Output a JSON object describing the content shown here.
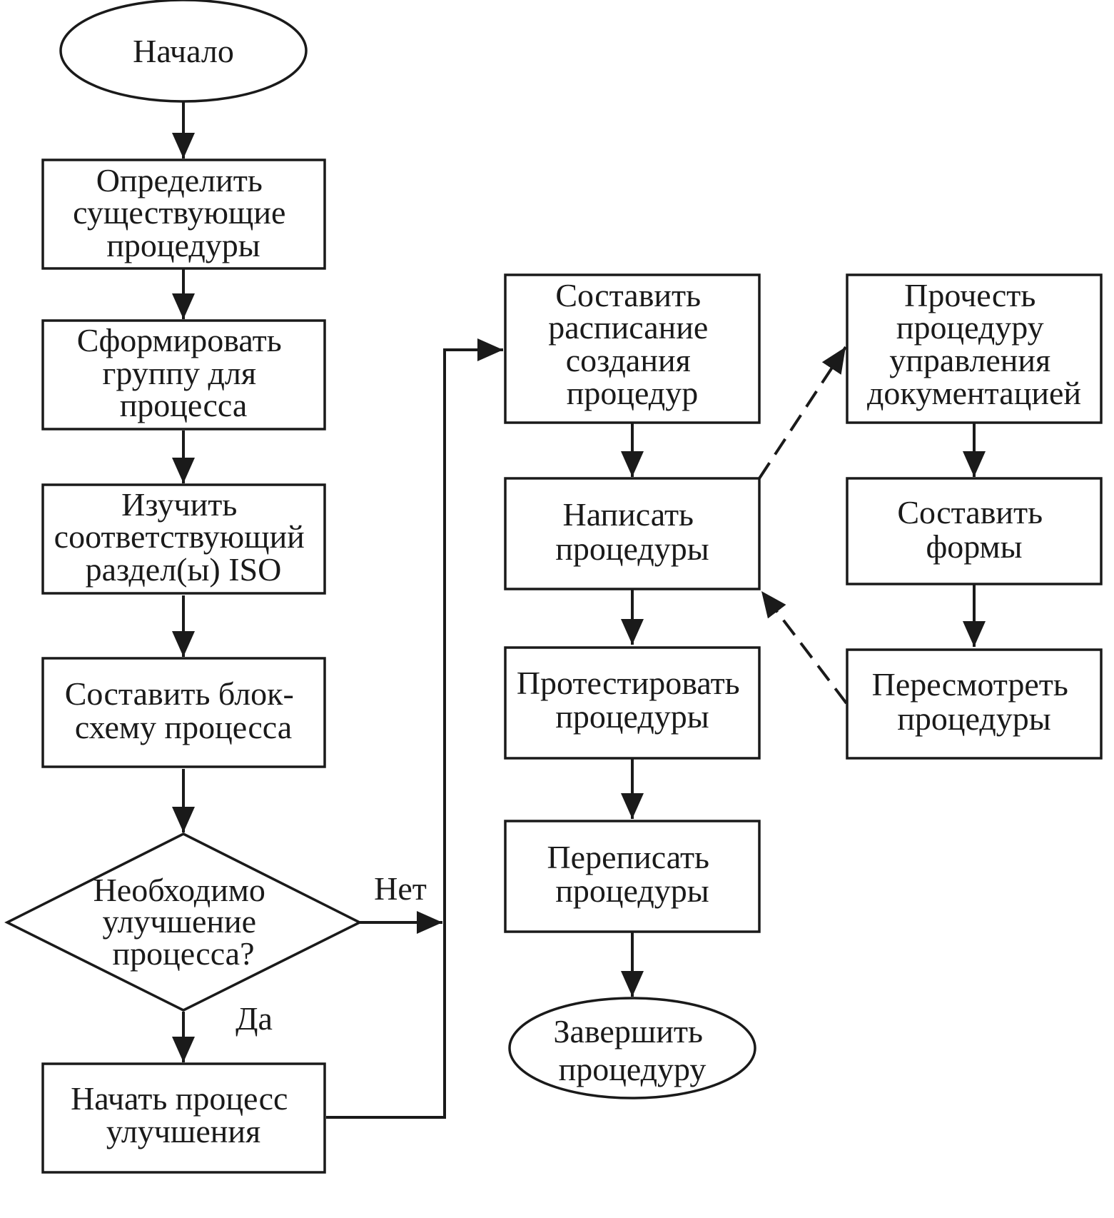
{
  "nodes": {
    "start": {
      "shape": "ellipse",
      "lines": [
        "Начало"
      ]
    },
    "identify": {
      "shape": "rect",
      "lines": [
        "Определить",
        "существующие",
        "процедуры"
      ]
    },
    "form_group": {
      "shape": "rect",
      "lines": [
        "Сформировать",
        "группу для",
        "процесса"
      ]
    },
    "study_iso": {
      "shape": "rect",
      "lines": [
        "Изучить",
        "соответствующий",
        "раздел(ы) ISO"
      ]
    },
    "make_chart": {
      "shape": "rect",
      "lines": [
        "Составить блок-",
        "схему процесса"
      ]
    },
    "decision": {
      "shape": "diamond",
      "lines": [
        "Необходимо",
        "улучшение",
        "процесса?"
      ]
    },
    "start_improve": {
      "shape": "rect",
      "lines": [
        "Начать процесс",
        "улучшения"
      ]
    },
    "schedule": {
      "shape": "rect",
      "lines": [
        "Составить",
        "расписание",
        "создания",
        "процедур"
      ]
    },
    "write": {
      "shape": "rect",
      "lines": [
        "Написать",
        "процедуры"
      ]
    },
    "test": {
      "shape": "rect",
      "lines": [
        "Протестировать",
        "процедуры"
      ]
    },
    "rewrite": {
      "shape": "rect",
      "lines": [
        "Переписать",
        "процедуры"
      ]
    },
    "finish": {
      "shape": "ellipse",
      "lines": [
        "Завершить",
        "процедуру"
      ]
    },
    "read_doc": {
      "shape": "rect",
      "lines": [
        "Прочесть",
        "процедуру",
        "управления",
        "документацией"
      ]
    },
    "forms": {
      "shape": "rect",
      "lines": [
        "Составить",
        "формы"
      ]
    },
    "review": {
      "shape": "rect",
      "lines": [
        "Пересмотреть",
        "процедуры"
      ]
    }
  },
  "edge_labels": {
    "no": "Нет",
    "yes": "Да"
  },
  "edges": [
    {
      "from": "start",
      "to": "identify",
      "style": "solid"
    },
    {
      "from": "identify",
      "to": "form_group",
      "style": "solid"
    },
    {
      "from": "form_group",
      "to": "study_iso",
      "style": "solid"
    },
    {
      "from": "study_iso",
      "to": "make_chart",
      "style": "solid"
    },
    {
      "from": "make_chart",
      "to": "decision",
      "style": "solid"
    },
    {
      "from": "decision",
      "to": "start_improve",
      "style": "solid",
      "label": "yes"
    },
    {
      "from": "decision",
      "to": "schedule",
      "style": "solid",
      "label": "no"
    },
    {
      "from": "start_improve",
      "to": "schedule",
      "style": "solid"
    },
    {
      "from": "schedule",
      "to": "write",
      "style": "solid"
    },
    {
      "from": "write",
      "to": "test",
      "style": "solid"
    },
    {
      "from": "test",
      "to": "rewrite",
      "style": "solid"
    },
    {
      "from": "rewrite",
      "to": "finish",
      "style": "solid"
    },
    {
      "from": "write",
      "to": "read_doc",
      "style": "dashed"
    },
    {
      "from": "read_doc",
      "to": "forms",
      "style": "solid"
    },
    {
      "from": "forms",
      "to": "review",
      "style": "solid"
    },
    {
      "from": "review",
      "to": "write",
      "style": "dashed"
    }
  ]
}
